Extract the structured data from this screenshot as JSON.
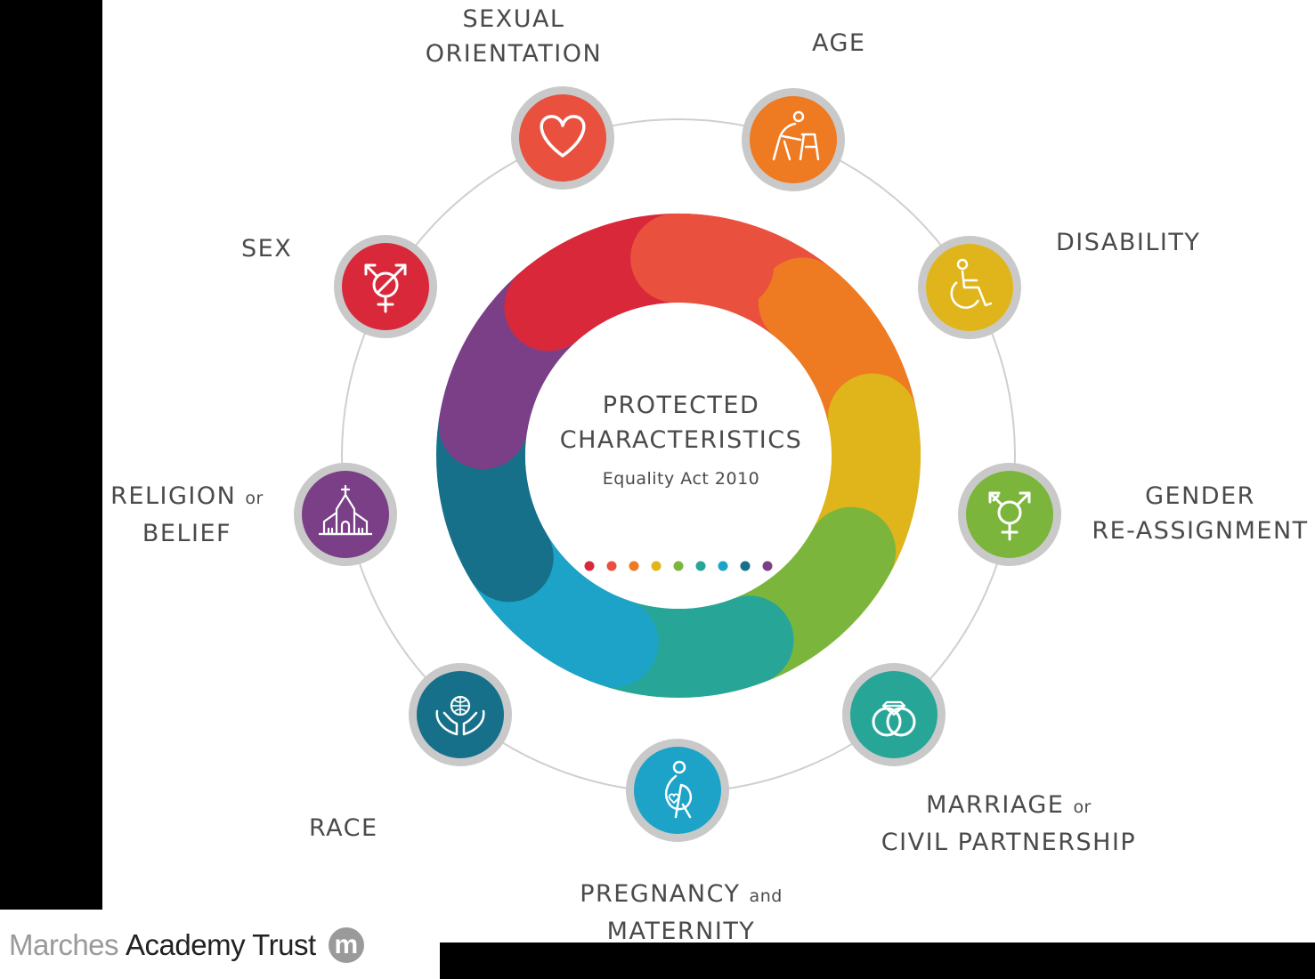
{
  "center": {
    "title_line1": "PROTECTED",
    "title_line2": "CHARACTERISTICS",
    "subtitle": "Equality Act 2010"
  },
  "characteristics": [
    {
      "line1": "SEXUAL",
      "line2": "ORIENTATION",
      "color": "#e9503e",
      "icon": "heart-icon"
    },
    {
      "line1": "AGE",
      "color": "#ee7a22",
      "icon": "elderly-walker-icon"
    },
    {
      "line1": "DISABILITY",
      "color": "#e0b51c",
      "icon": "wheelchair-icon"
    },
    {
      "line1": "GENDER",
      "line2": "RE-ASSIGNMENT",
      "color": "#7cb53c",
      "icon": "transgender-symbol-icon"
    },
    {
      "line1": "MARRIAGE",
      "line1_suffix": "or",
      "line2": "CIVIL PARTNERSHIP",
      "color": "#27a698",
      "icon": "rings-icon"
    },
    {
      "line1": "PREGNANCY",
      "line1_suffix": "and",
      "line2": "MATERNITY",
      "color": "#1da3c8",
      "icon": "pregnant-person-icon"
    },
    {
      "line1": "RACE",
      "color": "#17708a",
      "icon": "globe-in-hands-icon"
    },
    {
      "line1": "RELIGION",
      "line1_suffix": "or",
      "line2": "BELIEF",
      "color": "#7a3f86",
      "icon": "place-of-worship-icon"
    },
    {
      "line1": "SEX",
      "color": "#d8283a",
      "icon": "gender-symbols-icon"
    }
  ],
  "dot_colors": [
    "#d8283a",
    "#e9503e",
    "#ee7a22",
    "#e0b51c",
    "#7cb53c",
    "#27a698",
    "#1da3c8",
    "#17708a",
    "#7a3f86"
  ],
  "brand": {
    "part1": "Marches",
    "part2": "Academy Trust",
    "logo_letter": "m"
  }
}
